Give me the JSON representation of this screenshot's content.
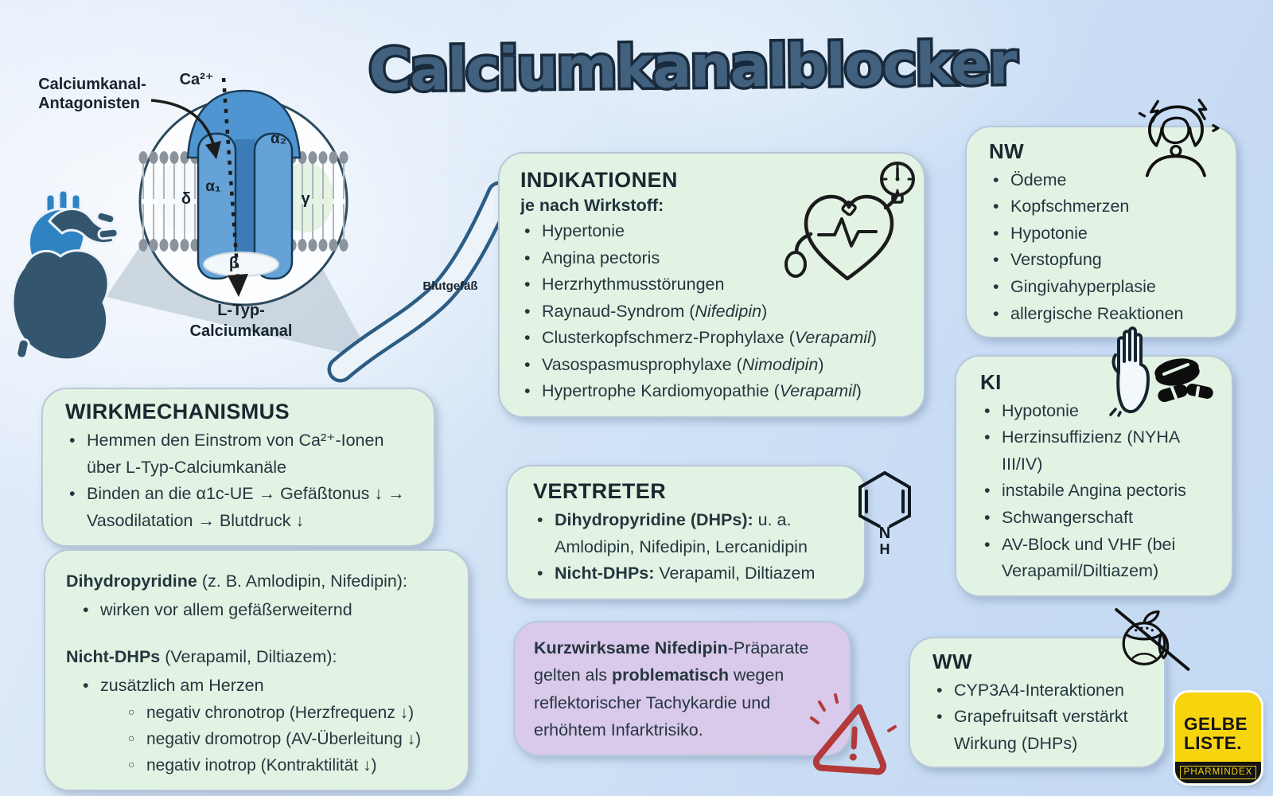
{
  "title": "Calciumkanalblocker",
  "colors": {
    "background_blue": "#c8dcf4",
    "box_green": "#e2f3e4",
    "box_purple": "#d9c9eb",
    "title_fill": "#42617f",
    "title_outline": "#182a3b",
    "text_dark": "#26363f",
    "logo_yellow": "#f6d40e",
    "warning_red": "#b23a3a",
    "heart_dark": "#33566e",
    "heart_light": "#2f83c2",
    "channel_blue": "#64a2d8",
    "vessel_edge": "#2c5d84"
  },
  "icons": {
    "heart": "anatomical-heart-illustration",
    "channel": "l-type-calcium-channel-diagram",
    "vessel": "blood-vessel-illustration",
    "bp_monitor": "blood-pressure-monitor-heart-icon",
    "molecule": "dihydropyridine-ring-icon",
    "headache": "person-with-headache-icon",
    "stop_hand": "stop-hand-icon",
    "pills": "pills-icon",
    "grapefruit": "crossed-out-grapefruit-icon",
    "warning": "warning-triangle-icon"
  },
  "diagram": {
    "antagonists_label_lines": [
      "Calciumkanal-",
      "Antagonisten"
    ],
    "ca_ion": "Ca²⁺",
    "subunits": {
      "alpha2": "α₂",
      "alpha1": "α₁",
      "delta": "δ",
      "gamma": "γ",
      "beta": "β"
    },
    "channel_label_lines": [
      "L-Typ-",
      "Calciumkanal"
    ],
    "vessel_label": "Blutgefäß"
  },
  "wirkmechanismus": {
    "title": "WIRKMECHANISMUS",
    "items": [
      "Hemmen den Einstrom von Ca²⁺-Ionen über L-Typ-Calciumkanäle",
      "Binden an die α1c-UE → Gefäßtonus ↓ → Vasodilatation → Blutdruck ↓"
    ]
  },
  "subtypen": {
    "dhp_heading": [
      [
        "b",
        "Dihydropyridine"
      ],
      [
        "n",
        " (z. B. Amlodipin, Nifedipin):"
      ]
    ],
    "dhp_items": [
      "wirken vor allem gefäßerweiternd"
    ],
    "nondhp_heading": [
      [
        "b",
        "Nicht-DHPs"
      ],
      [
        "n",
        " (Verapamil, Diltiazem):"
      ]
    ],
    "nondhp_items": [
      "zusätzlich am Herzen"
    ],
    "nondhp_subitems": [
      "negativ chronotrop (Herzfrequenz ↓)",
      "negativ dromotrop (AV-Überleitung ↓)",
      "negativ inotrop (Kontraktilität ↓)"
    ]
  },
  "indikationen": {
    "title": "INDIKATIONEN",
    "subtitle": "je nach Wirkstoff:",
    "items": [
      "Hypertonie",
      "Angina pectoris",
      "Herzrhythmusstörungen",
      [
        [
          "n",
          "Raynaud-Syndrom ("
        ],
        [
          "i",
          "Nifedipin"
        ],
        [
          "n",
          ")"
        ]
      ],
      [
        [
          "n",
          "Clusterkopfschmerz-Prophylaxe ("
        ],
        [
          "i",
          "Verapamil"
        ],
        [
          "n",
          ")"
        ]
      ],
      [
        [
          "n",
          "Vasospasmusprophylaxe ("
        ],
        [
          "i",
          "Nimodipin"
        ],
        [
          "n",
          ")"
        ]
      ],
      [
        [
          "n",
          "Hypertrophe Kardiomyopathie ("
        ],
        [
          "i",
          "Verapamil"
        ],
        [
          "n",
          ")"
        ]
      ]
    ]
  },
  "vertreter": {
    "title": "VERTRETER",
    "items": [
      [
        [
          "b",
          "Dihydropyridine (DHPs):"
        ],
        [
          "n",
          "  u. a. Amlodipin, Nifedipin, Lercanidipin"
        ]
      ],
      [
        [
          "b",
          "Nicht-DHPs:"
        ],
        [
          "n",
          " Verapamil, Diltiazem"
        ]
      ]
    ]
  },
  "warnhinweis": {
    "text": [
      [
        "b",
        "Kurzwirksame Nifedipin"
      ],
      [
        "n",
        "-Präparate gelten als "
      ],
      [
        "b",
        "problematisch"
      ],
      [
        "n",
        " wegen reflektorischer Tachykardie und erhöhtem Infarktrisiko."
      ]
    ]
  },
  "nebenwirkungen": {
    "title": "NW",
    "items": [
      "Ödeme",
      "Kopfschmerzen",
      "Hypotonie",
      "Verstopfung",
      "Gingivahyperplasie",
      "allergische Reaktionen"
    ]
  },
  "kontraindikationen": {
    "title": "KI",
    "items": [
      "Hypotonie",
      "Herzinsuffizienz (NYHA III/IV)",
      "instabile Angina pectoris",
      "Schwangerschaft",
      "AV-Block und VHF (bei Verapamil/Diltiazem)"
    ]
  },
  "wechselwirkungen": {
    "title": "WW",
    "items": [
      "CYP3A4-Interaktionen",
      "Grapefruitsaft verstärkt Wirkung (DHPs)"
    ]
  },
  "logo": {
    "line1": "GELBE",
    "line2": "LISTE.",
    "subline": "PHARMINDEX"
  }
}
